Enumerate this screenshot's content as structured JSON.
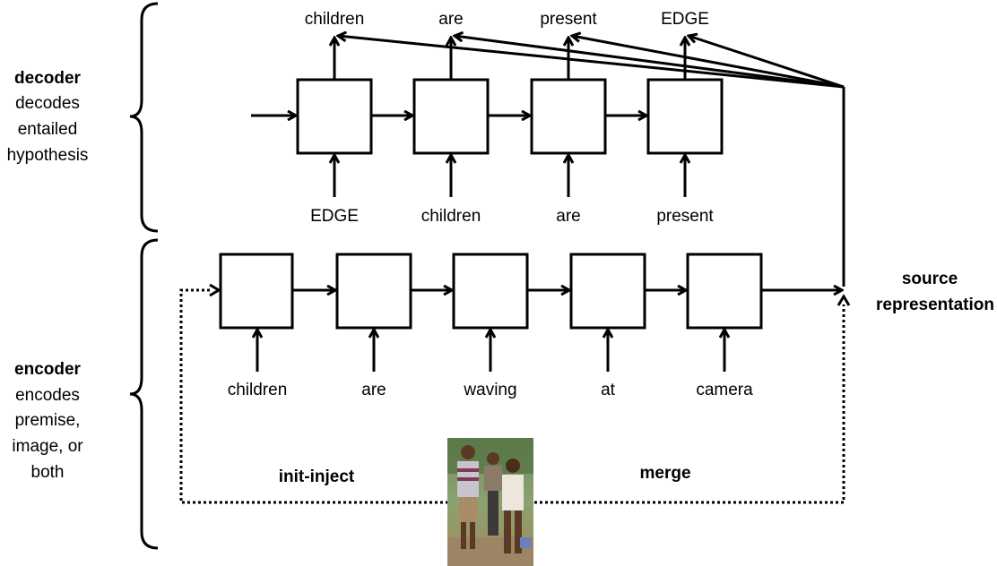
{
  "decoder": {
    "title": "decoder",
    "desc": [
      "decodes",
      "entailed",
      "hypothesis"
    ],
    "outputs": [
      "children",
      "are",
      "present",
      "EDGE"
    ],
    "inputs": [
      "EDGE",
      "children",
      "are",
      "present"
    ]
  },
  "encoder": {
    "title": "encoder",
    "desc": [
      "encodes",
      "premise,",
      "image, or",
      "both"
    ],
    "inputs": [
      "children",
      "are",
      "waving",
      "at",
      "camera"
    ]
  },
  "source": {
    "line1": "source",
    "line2": "representation"
  },
  "paths": {
    "init_inject": "init-inject",
    "merge": "merge"
  },
  "photo": {
    "description_icon": "children-photo"
  }
}
